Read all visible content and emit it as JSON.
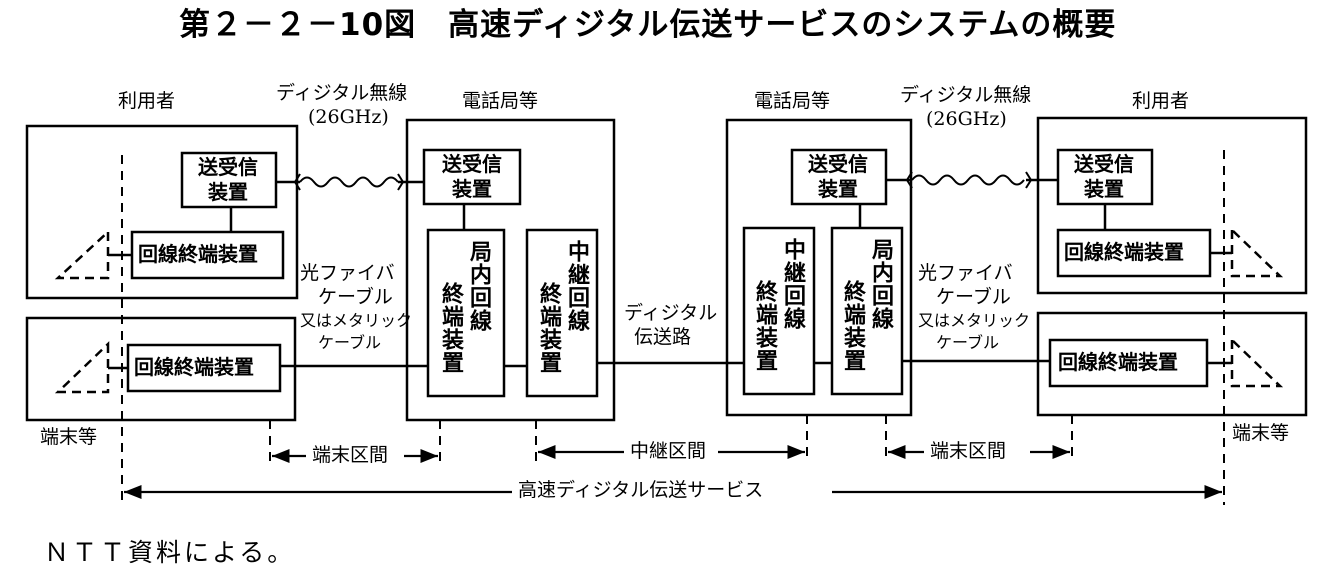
{
  "title": "第２－２－10図　高速ディジタル伝送サービスのシステムの概要",
  "labels": {
    "user": "利用者",
    "digital_radio": "ディジタル無線",
    "frequency": "(26GHz)",
    "telephone_office": "電話局等",
    "transceiver_line1": "送受信",
    "transceiver_line2": "装置",
    "line_terminal_device": "回線終端装置",
    "fiber_line1": "光ファイバ",
    "fiber_line2": "ケーブル",
    "fiber_line3": "又はメタリック",
    "fiber_line4": "ケーブル",
    "local_col1": "局内回線",
    "local_col2": "終端装置",
    "trunk_col1": "中継回線",
    "trunk_col2": "終端装置",
    "digital_path_line1": "ディジタル",
    "digital_path_line2": "伝送路",
    "terminal_etc": "端末等",
    "terminal_section": "端末区間",
    "trunk_section": "中継区間",
    "service_span": "高速ディジタル伝送サービス"
  },
  "source_note": "ＮＴＴ資料による。"
}
